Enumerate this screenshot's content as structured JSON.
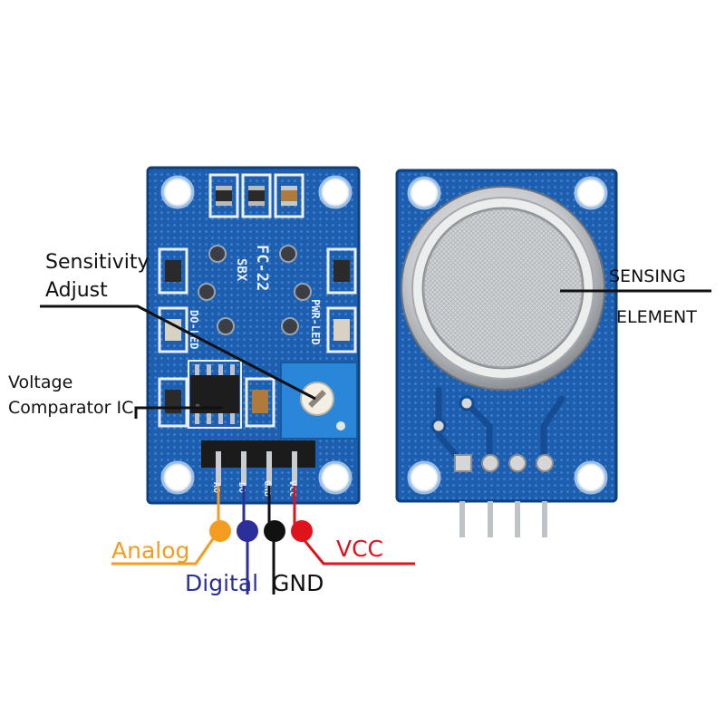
{
  "board": {
    "model_text": "FC-22",
    "brand_text": "SBX",
    "led1_text": "DO-LED",
    "led2_text": "PWR-LED",
    "pin_labels": [
      "AO",
      "DO",
      "GND",
      "VCC"
    ]
  },
  "callouts": {
    "sensitivity_line1": "Sensitivity",
    "sensitivity_line2": "Adjust",
    "comparator_line1": "Voltage",
    "comparator_line2": "Comparator IC",
    "sensing_line1": "SENSING",
    "sensing_line2": "ELEMENT"
  },
  "pins": {
    "analog": "Analog",
    "digital": "Digital",
    "gnd": "GND",
    "vcc": "VCC"
  },
  "colors": {
    "analog": "#f39c1f",
    "digital": "#2b2f9a",
    "gnd": "#111111",
    "vcc": "#e0121c",
    "pcb": "#1d5fae",
    "pcb_dark": "#123f7a",
    "potentiometer": "#2a86d8"
  }
}
